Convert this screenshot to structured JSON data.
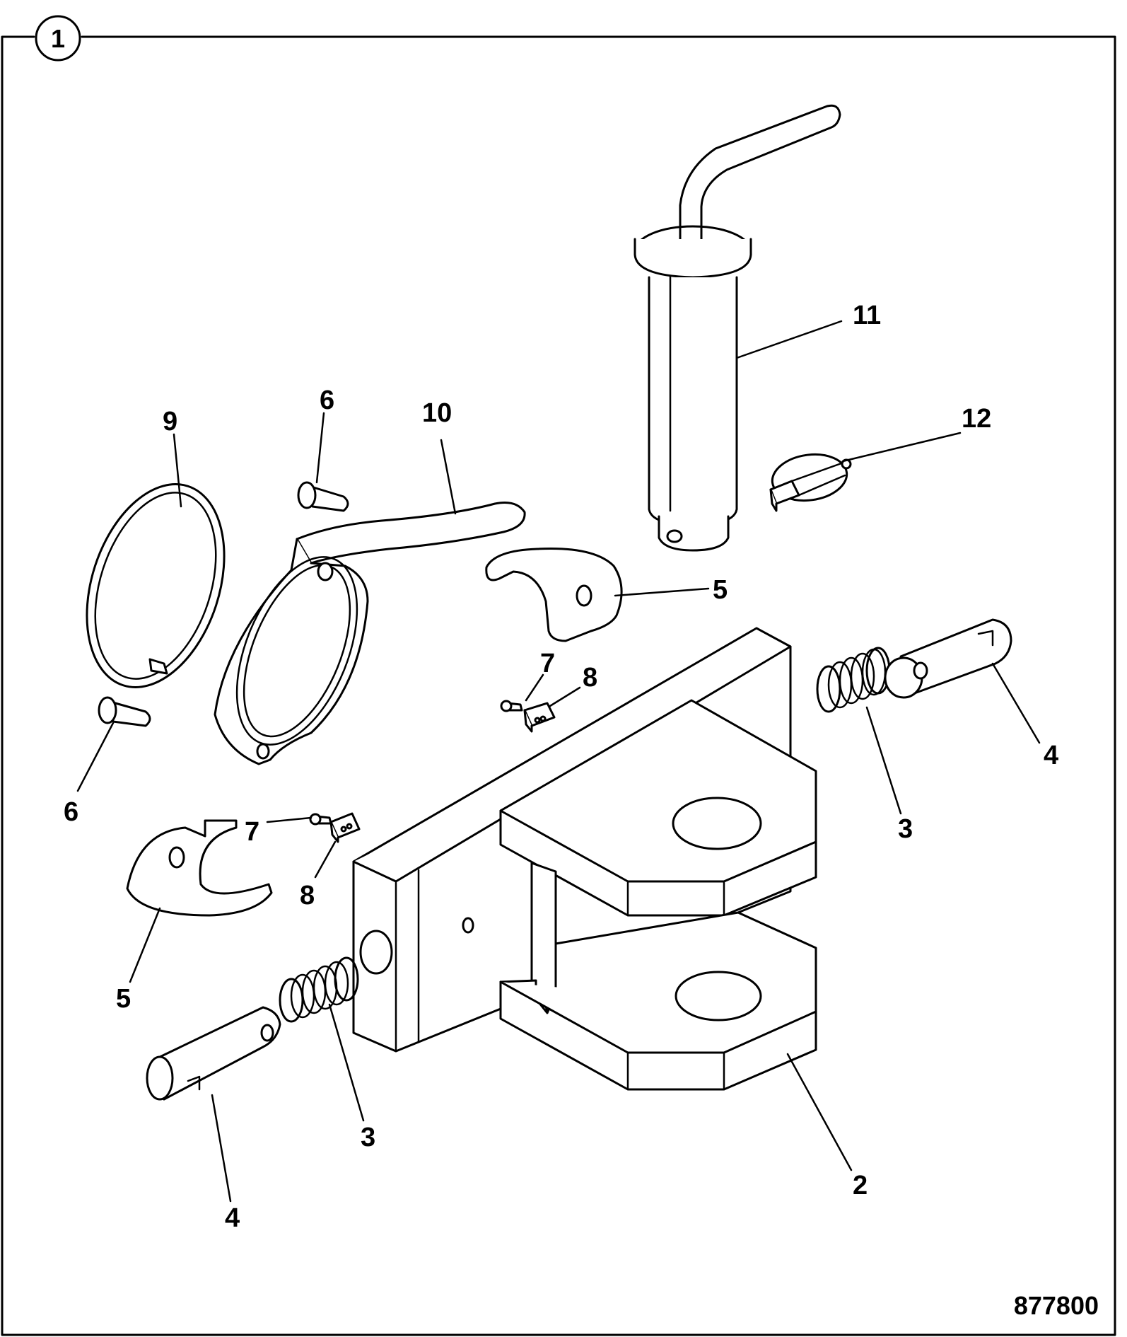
{
  "sheet_number": "1",
  "drawing_number": "877800",
  "part_labels": {
    "p2": "2",
    "p3a": "3",
    "p3b": "3",
    "p4a": "4",
    "p4b": "4",
    "p5a": "5",
    "p5b": "5",
    "p6a": "6",
    "p6b": "6",
    "p7a": "7",
    "p7b": "7",
    "p8a": "8",
    "p8b": "8",
    "p9": "9",
    "p10": "10",
    "p11": "11",
    "p12": "12"
  }
}
